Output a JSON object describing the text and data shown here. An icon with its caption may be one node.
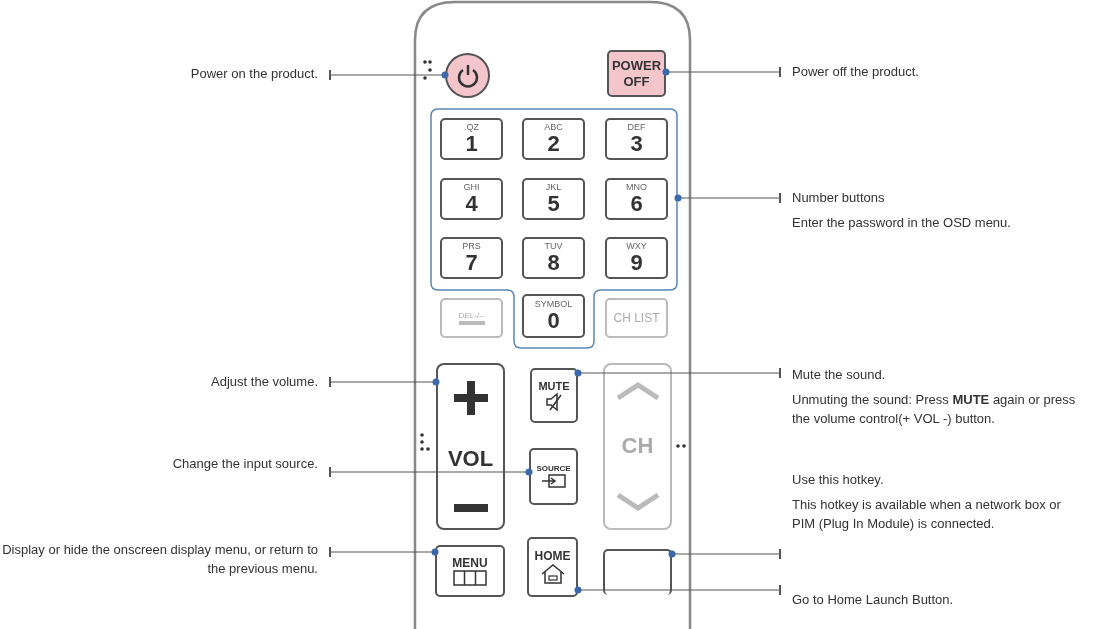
{
  "diagram": {
    "nodes": [
      {
        "text": [
          "Power on the product."
        ]
      },
      {
        "text": [],
        "shape": "circle"
      },
      {
        "text": [
          "POWER OFF"
        ]
      },
      {
        "text": [
          "Power off the product."
        ]
      },
      {
        "text": [],
        "shape": "box"
      },
      {
        "text": [
          ".QZ",
          "1"
        ],
        "in": 4
      },
      {
        "text": [
          "ABC",
          "2"
        ],
        "in": 4
      },
      {
        "text": [
          "DEF",
          "3"
        ],
        "in": 4
      },
      {
        "text": [
          "GHI",
          "4"
        ],
        "in": 4
      },
      {
        "text": [
          "JKL",
          "5"
        ],
        "in": 4
      },
      {
        "text": [
          "MNO",
          "6"
        ],
        "in": 4
      },
      {
        "text": [
          "PRS",
          "7"
        ],
        "in": 4
      },
      {
        "text": [
          "TUV",
          "8"
        ],
        "in": 4
      },
      {
        "text": [
          "WXY",
          "9"
        ],
        "in": 4
      },
      {
        "text": [
          "DEL-/--"
        ]
      },
      {
        "text": [
          "SYMBOL",
          "0"
        ],
        "in": 4
      },
      {
        "text": [
          "CH LIST"
        ]
      },
      {
        "text": [
          "Number buttons",
          "Enter the password in the OSD menu."
        ]
      },
      {
        "text": [
          "Adjust the volume."
        ]
      },
      {
        "text": [
          "VOL"
        ]
      },
      {
        "text": [
          "MUTE"
        ]
      },
      {
        "text": [
          "CH"
        ]
      },
      {
        "text": [
          "Mute the sound.",
          "Unmuting the sound: Press **MUTE** again or press the volume control(+ VOL -) button."
        ]
      },
      {
        "text": [
          "Change the input source."
        ]
      },
      {
        "text": [
          "SOURCE"
        ]
      },
      {
        "text": [
          "Use this hotkey.",
          "This hotkey is available when a network box or PIM (Plug In Module) is connected."
        ]
      },
      {
        "text": [
          "Display or hide the onscreen display menu, or return to the previous menu."
        ]
      },
      {
        "text": [
          "MENU"
        ]
      },
      {
        "text": [
          "HOME"
        ]
      },
      {
        "text": [],
        "shape": "box"
      },
      {
        "text": [
          "Go to Home Launch Button."
        ]
      }
    ],
    "edges": [
      {
        "from": 0,
        "to": 1,
        "arrow": "other"
      },
      {
        "from": 3,
        "to": 2,
        "arrow": "other"
      },
      {
        "from": 17,
        "to": 4,
        "arrow": "other"
      },
      {
        "from": 18,
        "to": 19,
        "arrow": "other"
      },
      {
        "from": 22,
        "to": 20,
        "arrow": "other"
      },
      {
        "from": 23,
        "to": 24,
        "arrow": "other"
      },
      {
        "from": 25,
        "to": 29,
        "arrow": "other"
      },
      {
        "from": 26,
        "to": 27,
        "arrow": "other"
      },
      {
        "from": 30,
        "to": 28,
        "arrow": "other"
      }
    ]
  }
}
